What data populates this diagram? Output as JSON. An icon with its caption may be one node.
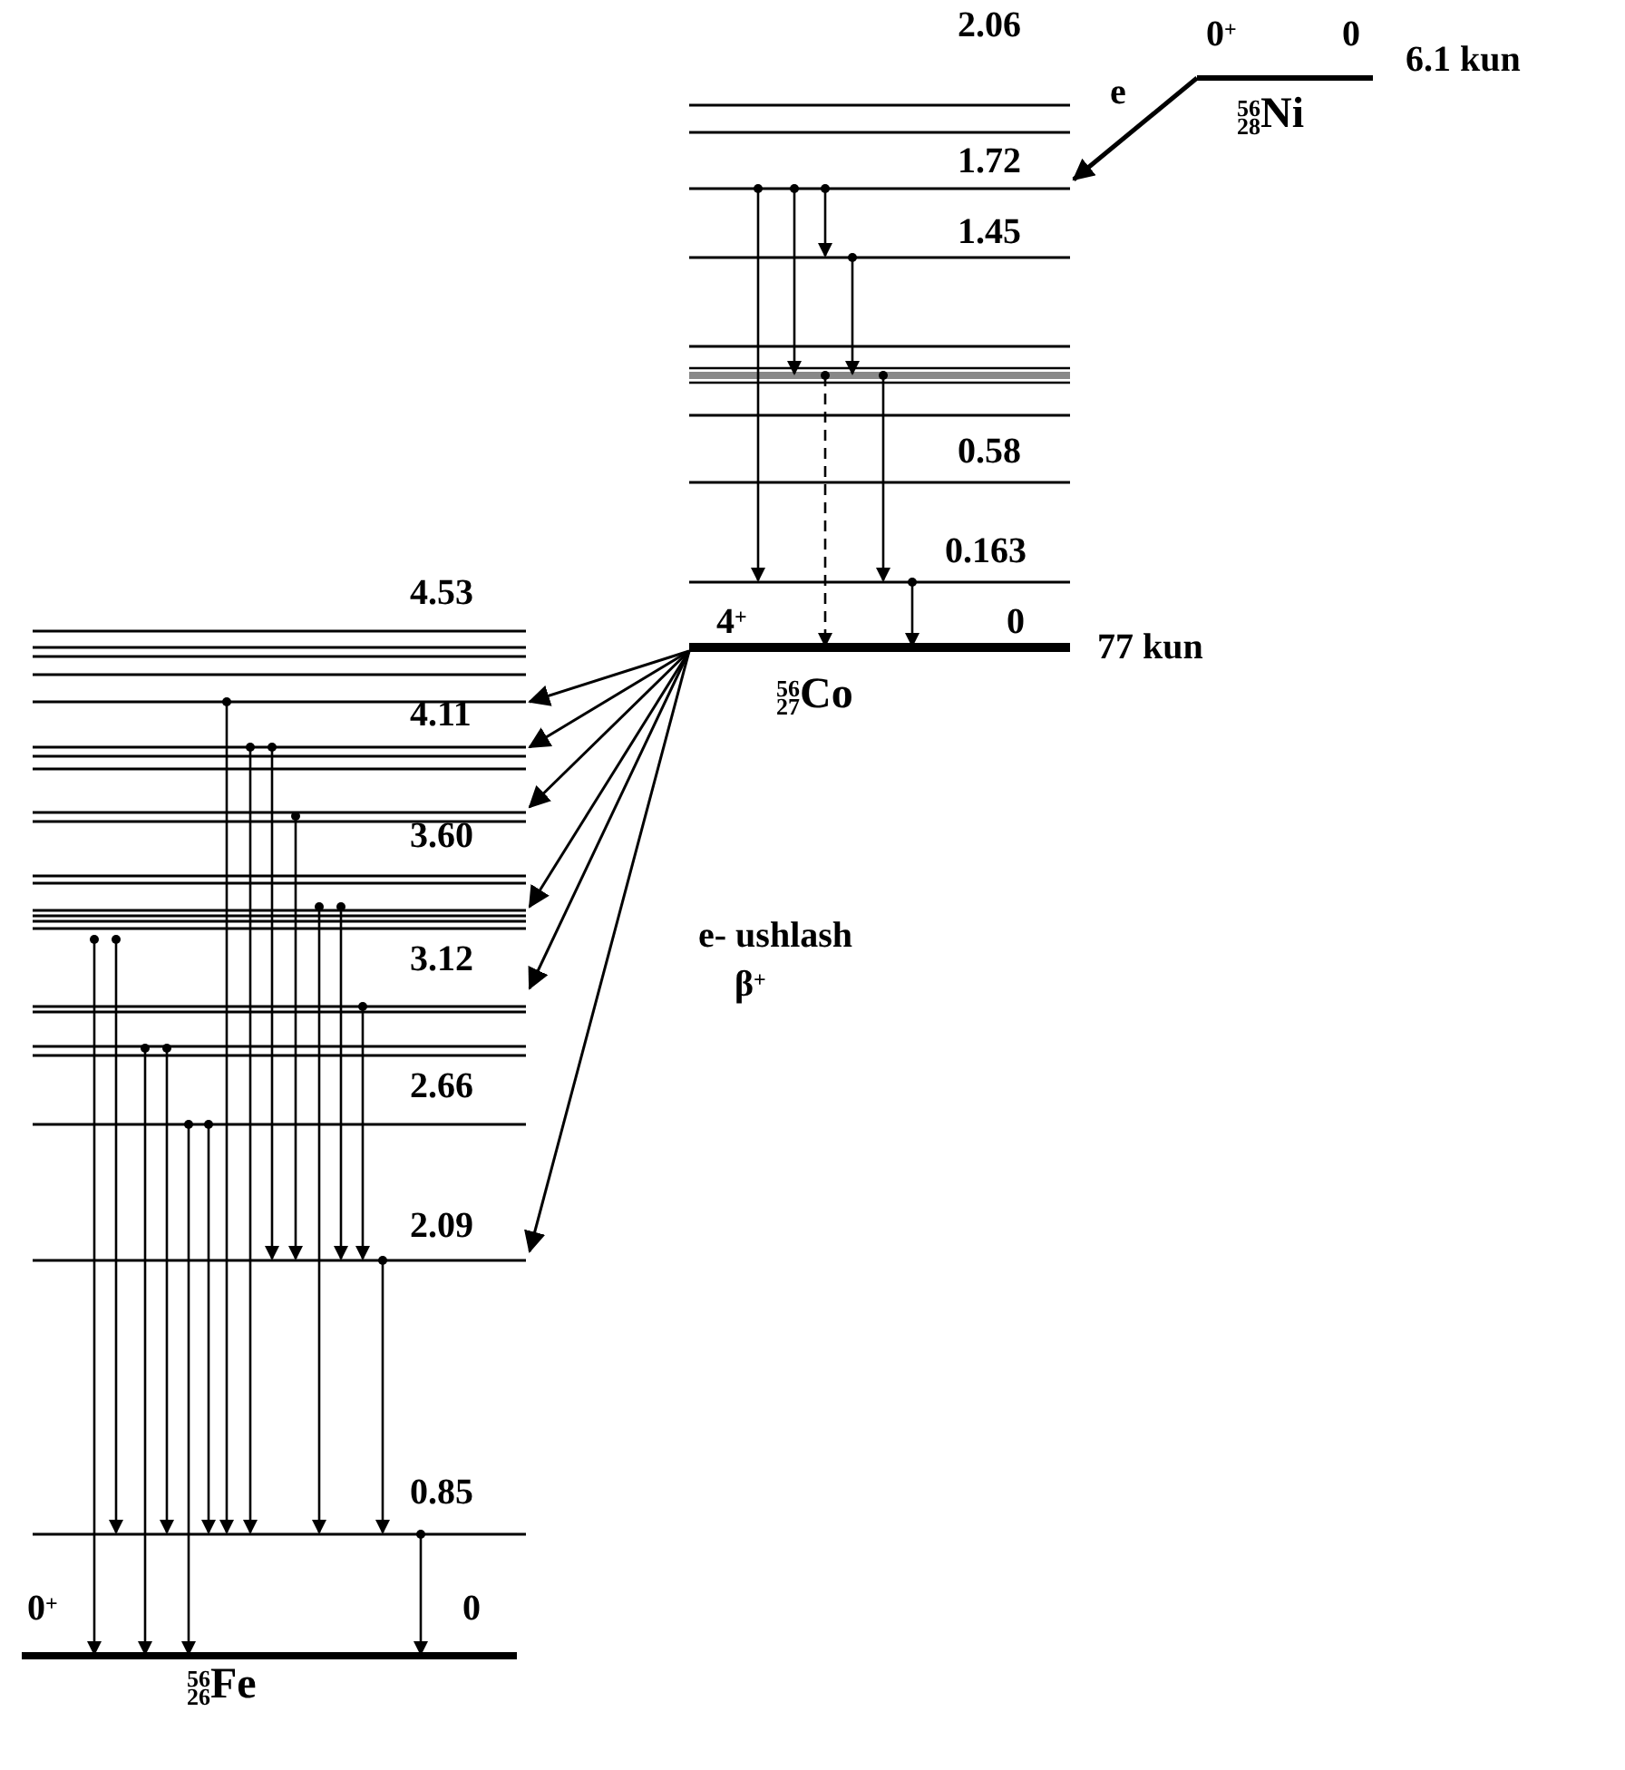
{
  "diagram": {
    "labels": [
      "2.06",
      "0$^{+}$",
      "0",
      "6.1 kun",
      "e",
      "$^{56}$$_{28}$Ni",
      "1.72",
      "1.45",
      "0.58",
      "0.163",
      "4.53",
      "4$^{+}$",
      "0",
      "77 kun",
      "$^{56}$$_{27}$Co",
      "4.11",
      "3.60",
      "3.12",
      "e- ushlash",
      "β$^{+}$",
      "2.66",
      "2.09",
      "0.85",
      "0$^{+}$",
      "0",
      "$^{56}$$_{26}$Fe"
    ]
  }
}
